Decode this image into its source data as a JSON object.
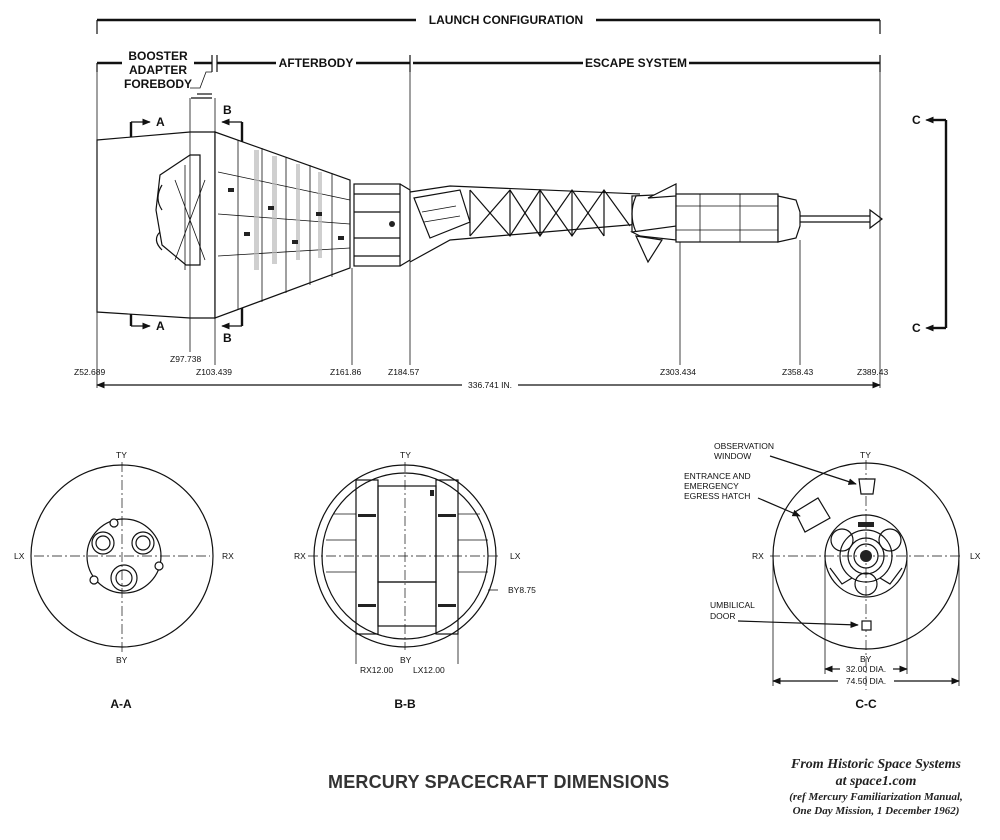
{
  "title": "MERCURY SPACECRAFT DIMENSIONS",
  "credit": {
    "line1": "From Historic Space Systems",
    "line2": "at space1.com",
    "line3": "(ref Mercury Familiarization Manual,",
    "line4": "One Day Mission, 1 December 1962)"
  },
  "side_view": {
    "launch_configuration": "LAUNCH CONFIGURATION",
    "afterbody": "AFTERBODY",
    "escape_system": "ESCAPE SYSTEM",
    "booster_adapter": [
      "BOOSTER",
      "ADAPTER"
    ],
    "forebody": "FOREBODY",
    "cut_labels": {
      "a": "A",
      "b": "B",
      "c": "C"
    },
    "stations": {
      "z1": "Z52.689",
      "z2": "Z97.738",
      "z3": "Z103.439",
      "z4": "Z161.86",
      "z5": "Z184.57",
      "z6": "Z303.434",
      "z7": "Z358.43",
      "z8": "Z389.43"
    },
    "overall_length": "336.741 IN."
  },
  "section_aa": {
    "label": "A-A",
    "ty": "TY",
    "by": "BY",
    "lx": "LX",
    "rx": "RX"
  },
  "section_bb": {
    "label": "B-B",
    "ty": "TY",
    "by": "BY",
    "lx": "LX",
    "rx": "RX",
    "rx_dim": "RX12.00",
    "lx_dim": "LX12.00",
    "by_dim": "BY8.75"
  },
  "section_cc": {
    "label": "C-C",
    "ty": "TY",
    "by": "BY",
    "lx": "LX",
    "rx": "RX",
    "observation_window": [
      "OBSERVATION",
      "WINDOW"
    ],
    "entrance_hatch": [
      "ENTRANCE AND",
      "EMERGENCY",
      "EGRESS HATCH"
    ],
    "umbilical_door": [
      "UMBILICAL",
      "DOOR"
    ],
    "dia_small": "32.00 DIA.",
    "dia_large": "74.50 DIA."
  }
}
